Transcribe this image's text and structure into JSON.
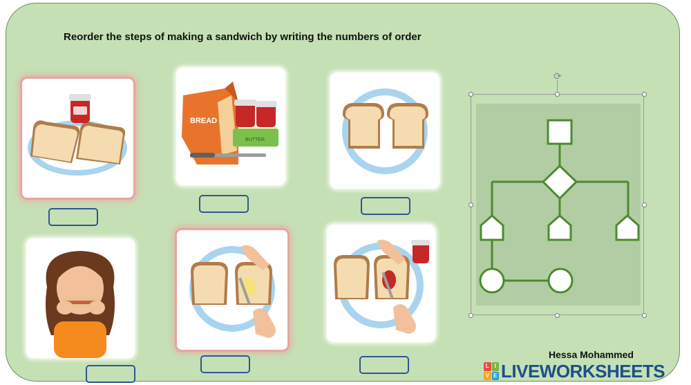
{
  "instruction": "Reorder the steps of making a sandwich by writing the numbers of order",
  "cards": [
    {
      "id": "jam-sandwich-plate",
      "scene": "Two bread slices on a plate with a jam jar"
    },
    {
      "id": "ingredients",
      "scene": "Bread bag, jam jars, butter and knife",
      "bag_label": "BREAD",
      "tub_label": "BUTTER"
    },
    {
      "id": "bread-on-plate",
      "scene": "Two bread slices on a plate"
    },
    {
      "id": "girl-eating",
      "scene": "Girl eating a sandwich"
    },
    {
      "id": "spreading-butter",
      "scene": "Spreading butter on bread"
    },
    {
      "id": "spreading-jam",
      "scene": "Spreading jam on bread"
    }
  ],
  "answers": [
    "",
    "",
    "",
    "",
    "",
    ""
  ],
  "author": "Hessa Mohammed",
  "brand": {
    "name": "LIVEWORKSHEETS",
    "logo_letters": [
      "L",
      "I",
      "V",
      "E"
    ],
    "logo_colors": [
      "#e94e3c",
      "#7ab648",
      "#f5a623",
      "#2d9cdb"
    ]
  },
  "colors": {
    "board": "#c5e0b4",
    "answer_border": "#2f5597",
    "diagram_stroke": "#4d8a2e",
    "brand_text": "#1d4f8a"
  }
}
